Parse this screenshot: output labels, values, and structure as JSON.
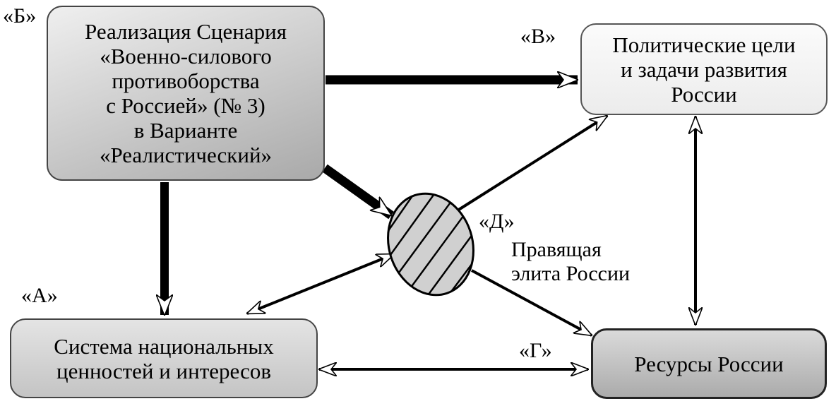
{
  "nodes": {
    "b": {
      "tag": "«Б»",
      "lines": [
        "Реализация Сценария",
        "«Военно-силового",
        "противоборства",
        "с Россией» (№ 3)",
        "в Варианте",
        "«Реалистический»"
      ]
    },
    "v": {
      "tag": "«В»",
      "lines": [
        "Политические цели",
        "и задачи развития",
        "России"
      ]
    },
    "a": {
      "tag": "«А»",
      "lines": [
        "Система национальных",
        "ценностей и интересов"
      ]
    },
    "g": {
      "tag": "«Г»",
      "lines": [
        "Ресурсы России"
      ]
    },
    "d": {
      "tag": "«Д»",
      "lines": [
        "Правящая",
        "элита России"
      ]
    }
  },
  "colors": {
    "stroke": "#000000",
    "ellipse_fill": "#d0d0d0"
  }
}
